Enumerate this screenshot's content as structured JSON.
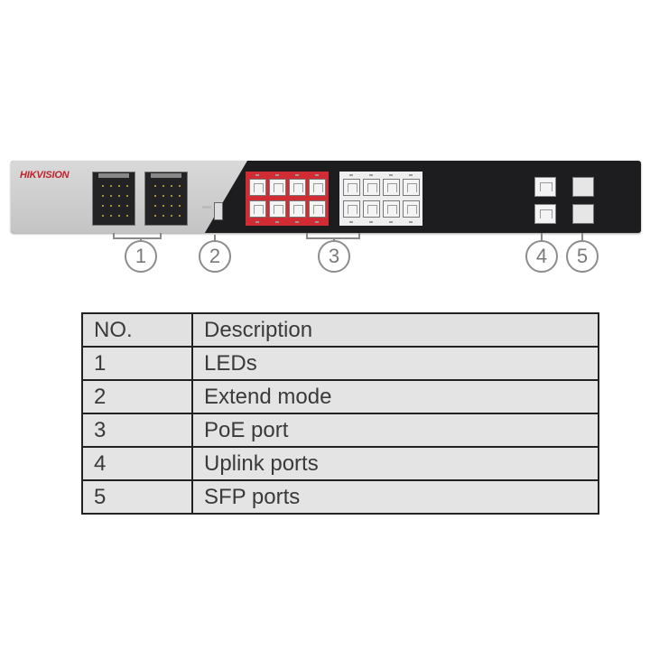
{
  "brand": {
    "logo_text": "HIKVISION",
    "accent_color": "#c0202a"
  },
  "panel": {
    "poe_group_color": "#d12b33",
    "led_color": "#d3b938"
  },
  "callouts": [
    "1",
    "2",
    "3",
    "4",
    "5"
  ],
  "table": {
    "headers": [
      "NO.",
      "Description"
    ],
    "rows": [
      [
        "1",
        "LEDs"
      ],
      [
        "2",
        "Extend mode"
      ],
      [
        "3",
        "PoE port"
      ],
      [
        "4",
        "Uplink ports"
      ],
      [
        "5",
        "SFP ports"
      ]
    ]
  }
}
